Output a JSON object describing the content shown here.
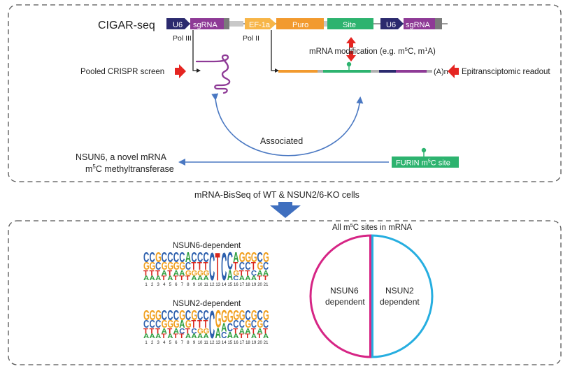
{
  "title": "CIGAR-seq",
  "construct": {
    "u6_1": "U6",
    "sgrna_1": "sgRNA",
    "ef1a": "EF-1a",
    "puro": "Puro",
    "site": "Site",
    "u6_2": "U6",
    "sgrna_2": "sgRNA",
    "pol3": "Pol III",
    "pol2": "Pol II"
  },
  "labels": {
    "mrna_mod_pre": "mRNA modification (e.g. m",
    "mrna_mod_sup1": "5",
    "mrna_mod_mid": "C, m",
    "mrna_mod_sup2": "1",
    "mrna_mod_post": "A)",
    "pooled": "Pooled CRISPR screen",
    "epi": "Epitransciptomic readout",
    "polya": "(A)n",
    "associated": "Associated",
    "nsun6_line1": "NSUN6, a novel mRNA",
    "nsun6_line2_pre": "m",
    "nsun6_line2_sup": "5",
    "nsun6_line2_post": "C methyltransferase",
    "furin_pre": "FURIN m",
    "furin_sup": "5",
    "furin_post": "C site",
    "bisseq": "mRNA-BisSeq of WT & NSUN2/6-KO cells",
    "all_sites_pre": "All m",
    "all_sites_sup": "5",
    "all_sites_post": "C sites in mRNA",
    "nsun6_dep": "NSUN6-dependent",
    "nsun2_dep": "NSUN2-dependent",
    "circle_left_1": "NSUN6",
    "circle_left_2": "dependent",
    "circle_right_1": "NSUN2",
    "circle_right_2": "dependent"
  },
  "positions": [
    "1",
    "2",
    "3",
    "4",
    "5",
    "6",
    "7",
    "8",
    "9",
    "10",
    "11",
    "12",
    "13",
    "14",
    "15",
    "16",
    "17",
    "18",
    "19",
    "20",
    "21"
  ],
  "colors": {
    "u6": "#2b2a6e",
    "sgrna": "#8e3a96",
    "grey": "#8c8c8c",
    "orange": "#f29a2e",
    "green": "#2db36f",
    "red": "#e52521",
    "arrow_blue": "#4a78c2",
    "magenta": "#d62585",
    "cyan": "#26aee0",
    "logo_A": "#2e9e3e",
    "logo_C": "#2c5fad",
    "logo_G": "#f0a020",
    "logo_T": "#d9261c"
  }
}
